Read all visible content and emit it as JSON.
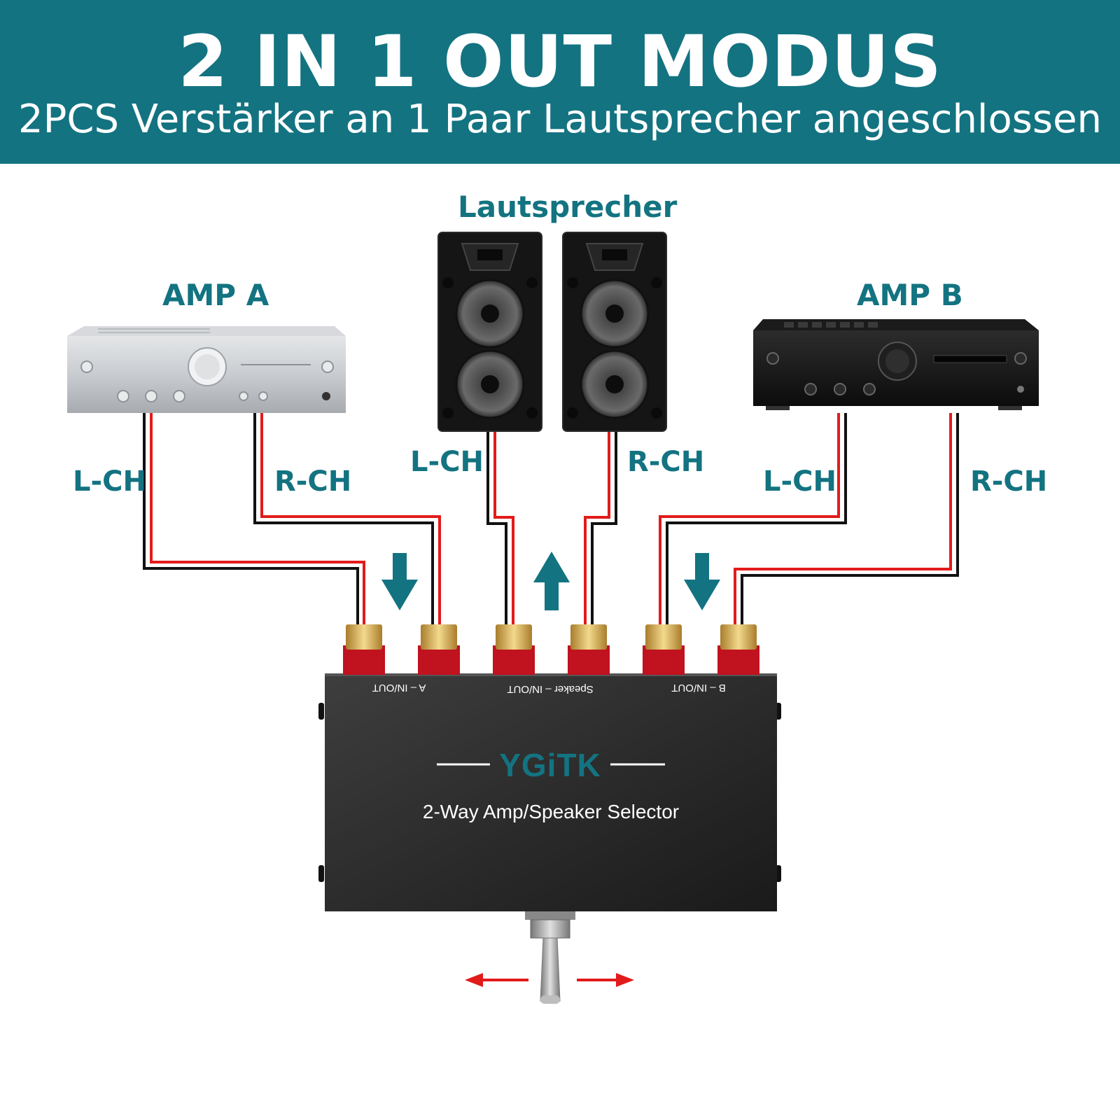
{
  "banner": {
    "title": "2 IN 1 OUT MODUS",
    "subtitle": "2PCS Verstärker an 1 Paar Lautsprecher angeschlossen"
  },
  "labels": {
    "speakers": "Lautsprecher",
    "amp_a": "AMP A",
    "amp_b": "AMP B",
    "amp_a_left": "L-CH",
    "amp_a_right": "R-CH",
    "speaker_left": "L-CH",
    "speaker_right": "R-CH",
    "amp_b_left": "L-CH",
    "amp_b_right": "R-CH"
  },
  "device": {
    "brand": "YGiTK",
    "model": "2-Way Amp/Speaker Selector",
    "port_a": "A – IN/OUT",
    "port_speaker": "Speaker – IN/OUT",
    "port_b": "B – IN/OUT"
  },
  "colors": {
    "teal": "#137381",
    "wire_red": "#e21b1b",
    "wire_black": "#111111",
    "device_body": "#2b2b2b"
  }
}
